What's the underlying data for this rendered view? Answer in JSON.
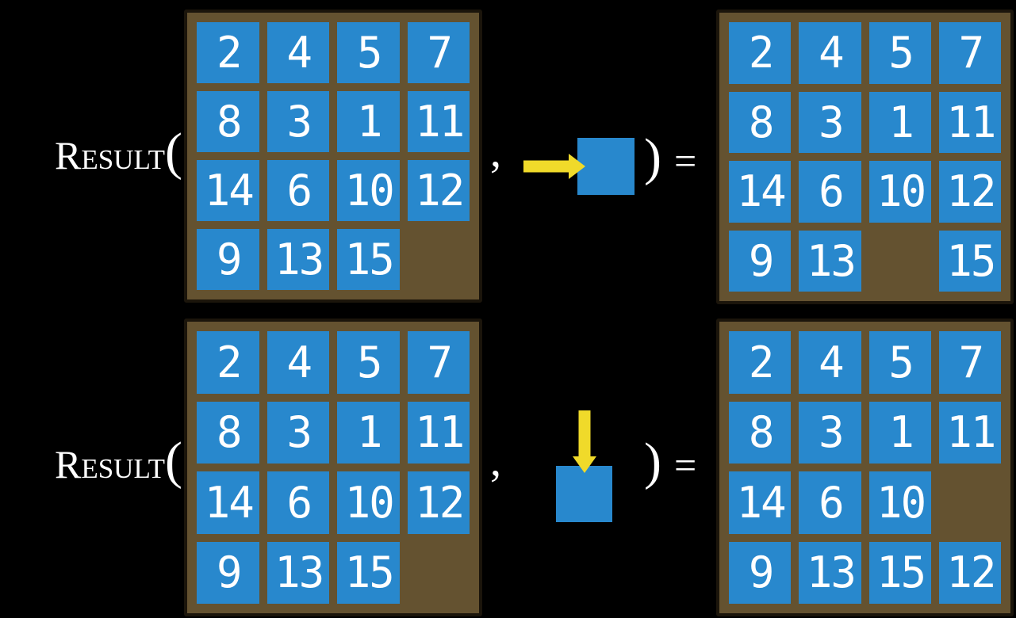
{
  "figure": {
    "function_name": "Result",
    "open_paren": "(",
    "comma": ",",
    "close_paren": ")",
    "equals": "="
  },
  "colors": {
    "background": "#000000",
    "tile_blue": "#2888cd",
    "frame_brown": "#645230",
    "frame_border": "#1b150b",
    "arrow_yellow": "#f0da2a",
    "text_white": "#ffffff"
  },
  "examples": [
    {
      "move_direction": "right",
      "move_icon": "arrow-right-icon",
      "input_grid": [
        [
          2,
          4,
          5,
          7
        ],
        [
          8,
          3,
          1,
          11
        ],
        [
          14,
          6,
          10,
          12
        ],
        [
          9,
          13,
          15,
          null
        ]
      ],
      "output_grid": [
        [
          2,
          4,
          5,
          7
        ],
        [
          8,
          3,
          1,
          11
        ],
        [
          14,
          6,
          10,
          12
        ],
        [
          9,
          13,
          null,
          15
        ]
      ]
    },
    {
      "move_direction": "down",
      "move_icon": "arrow-down-icon",
      "input_grid": [
        [
          2,
          4,
          5,
          7
        ],
        [
          8,
          3,
          1,
          11
        ],
        [
          14,
          6,
          10,
          12
        ],
        [
          9,
          13,
          15,
          null
        ]
      ],
      "output_grid": [
        [
          2,
          4,
          5,
          7
        ],
        [
          8,
          3,
          1,
          11
        ],
        [
          14,
          6,
          10,
          null
        ],
        [
          9,
          13,
          15,
          12
        ]
      ]
    }
  ]
}
